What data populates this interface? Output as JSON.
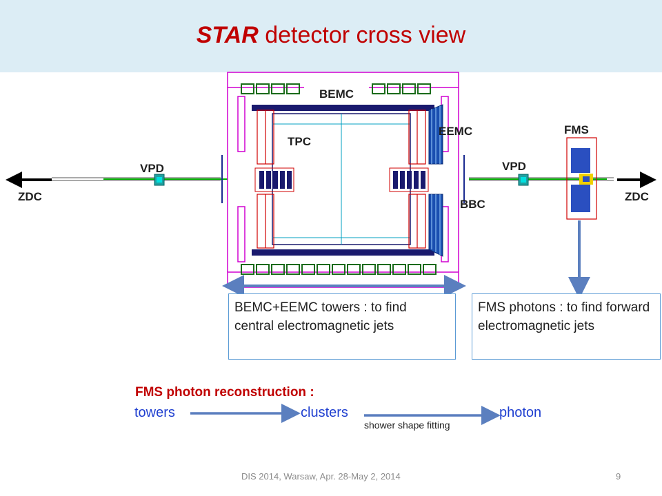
{
  "title": {
    "emph": "STAR",
    "rest": "detector cross view"
  },
  "labels": {
    "bemc": "BEMC",
    "eemc": "EEMC",
    "tpc": "TPC",
    "fms": "FMS",
    "vpd_left": "VPD",
    "vpd_right": "VPD",
    "zdc_left": "ZDC",
    "zdc_right": "ZDC",
    "bbc": "BBC"
  },
  "boxes": {
    "central": "BEMC+EEMC towers : to find central electromagnetic jets",
    "forward": "FMS photons : to find forward electromagnetic jets"
  },
  "reconstruction": {
    "title": "FMS photon reconstruction :",
    "step1": "towers",
    "step2": "clusters",
    "step3": "photon",
    "method": "shower shape fitting"
  },
  "footer": {
    "text": "DIS 2014, Warsaw, Apr. 28-May 2, 2014",
    "page": "9"
  },
  "colors": {
    "title": "#c00000",
    "arrow": "#5b7fbf",
    "flow_text": "#1f3fd0",
    "detector_magenta": "#d000d0",
    "detector_navy": "#1a1a6e"
  }
}
